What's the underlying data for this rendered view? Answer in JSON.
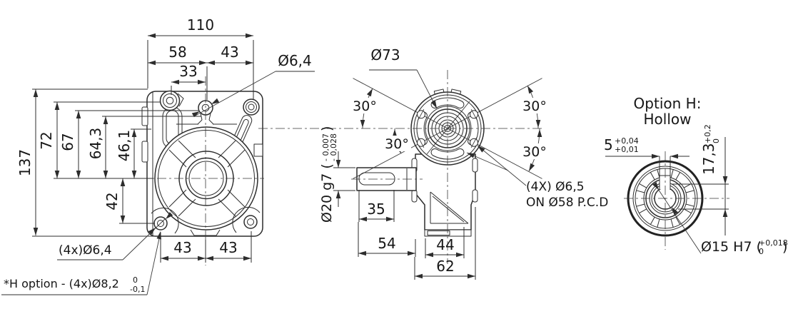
{
  "colors": {
    "line": "#2d2d2d",
    "text": "#161616",
    "background": "#ffffff"
  },
  "front_view": {
    "dim_total_width": "110",
    "dim_width_left": "58",
    "dim_width_right": "43",
    "dim_hole_offset": "33",
    "label_top_hole": "Ø6,4",
    "dim_total_height": "137",
    "dim_h72": "72",
    "dim_h67": "67",
    "dim_h64_3": "64,3",
    "dim_h46_1": "46,1",
    "dim_h42": "42",
    "dim_foot_left": "43",
    "dim_foot_right": "43",
    "label_corner_holes": "(4x)Ø6,4",
    "label_h_option": "*H option - (4x)Ø8,2",
    "h_option_tol_upper": "0",
    "h_option_tol_lower": "-0,1"
  },
  "side_view": {
    "label_flange_diameter": "Ø73",
    "angles": {
      "upper_left": "30°",
      "lower_left": "30°",
      "upper_right": "30°",
      "lower_right": "30°"
    },
    "label_shaft_open": "Ø20 g7 (",
    "shaft_tol_upper": "- 0,007",
    "shaft_tol_lower": "- 0,028",
    "label_shaft_close": ")",
    "dim_keyway_length": "35",
    "dim_shaft_length": "54",
    "dim_body_width": "44",
    "dim_overall_width": "62",
    "label_flange_holes_line1": "(4X) Ø6,5",
    "label_flange_holes_line2": "ON Ø58 P.C.D"
  },
  "option_h_view": {
    "title_line1": "Option H:",
    "title_line2": "Hollow",
    "dim_keyway_width": "5",
    "keyway_width_tol_upper": "+0,04",
    "keyway_width_tol_lower": "+0,01",
    "dim_keyway_depth": "17,3",
    "keyway_depth_tol_upper": "+0,2",
    "keyway_depth_tol_lower": "0",
    "label_bore_open": "Ø15 H7 (",
    "bore_tol_upper": "+0,018",
    "bore_tol_lower": "0",
    "label_bore_close": ")"
  }
}
